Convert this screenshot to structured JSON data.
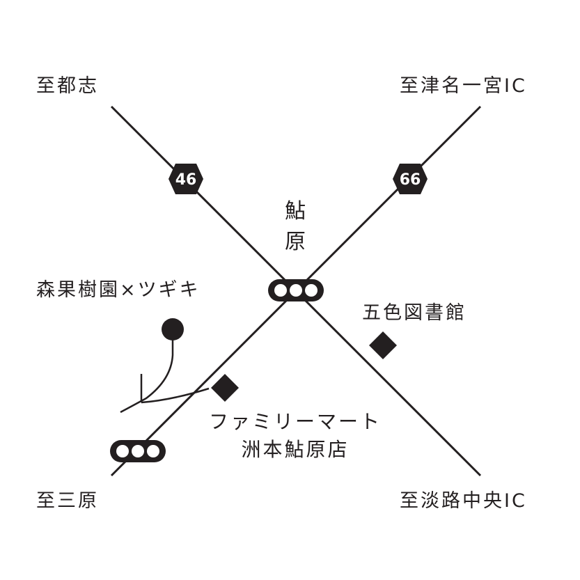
{
  "map": {
    "destinations": {
      "top_left": "至都志",
      "top_right": "至津名一宮IC",
      "bottom_left": "至三原",
      "bottom_right": "至淡路中央IC"
    },
    "routes": [
      {
        "number": "46"
      },
      {
        "number": "66"
      }
    ],
    "intersection_name": "鮎原",
    "landmarks": {
      "goshiki_library": "五色図書館",
      "familymart_line1": "ファミリーマート",
      "familymart_line2": "洲本鮎原店",
      "orchard": "森果樹園×ツギキ"
    },
    "colors": {
      "ink": "#231f20",
      "background": "#ffffff"
    }
  }
}
